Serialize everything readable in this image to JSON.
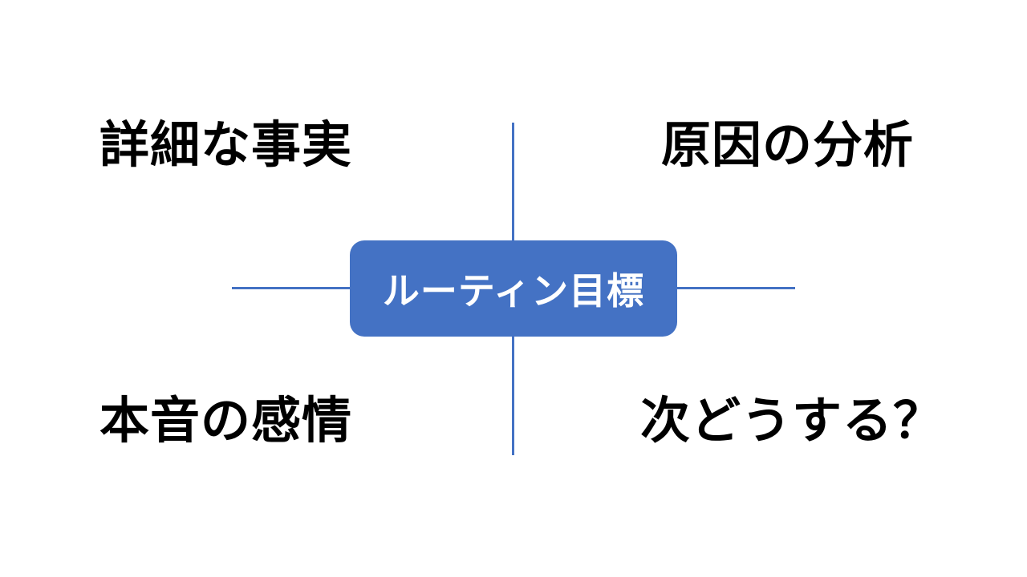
{
  "center": {
    "label": "ルーティン目標"
  },
  "quadrants": {
    "top_left": "詳細な事実",
    "top_right": "原因の分析",
    "bottom_left": "本音の感情",
    "bottom_right": "次どうする？"
  },
  "colors": {
    "accent": "#4472c4",
    "text": "#000000",
    "center_text": "#ffffff",
    "background": "#ffffff"
  }
}
